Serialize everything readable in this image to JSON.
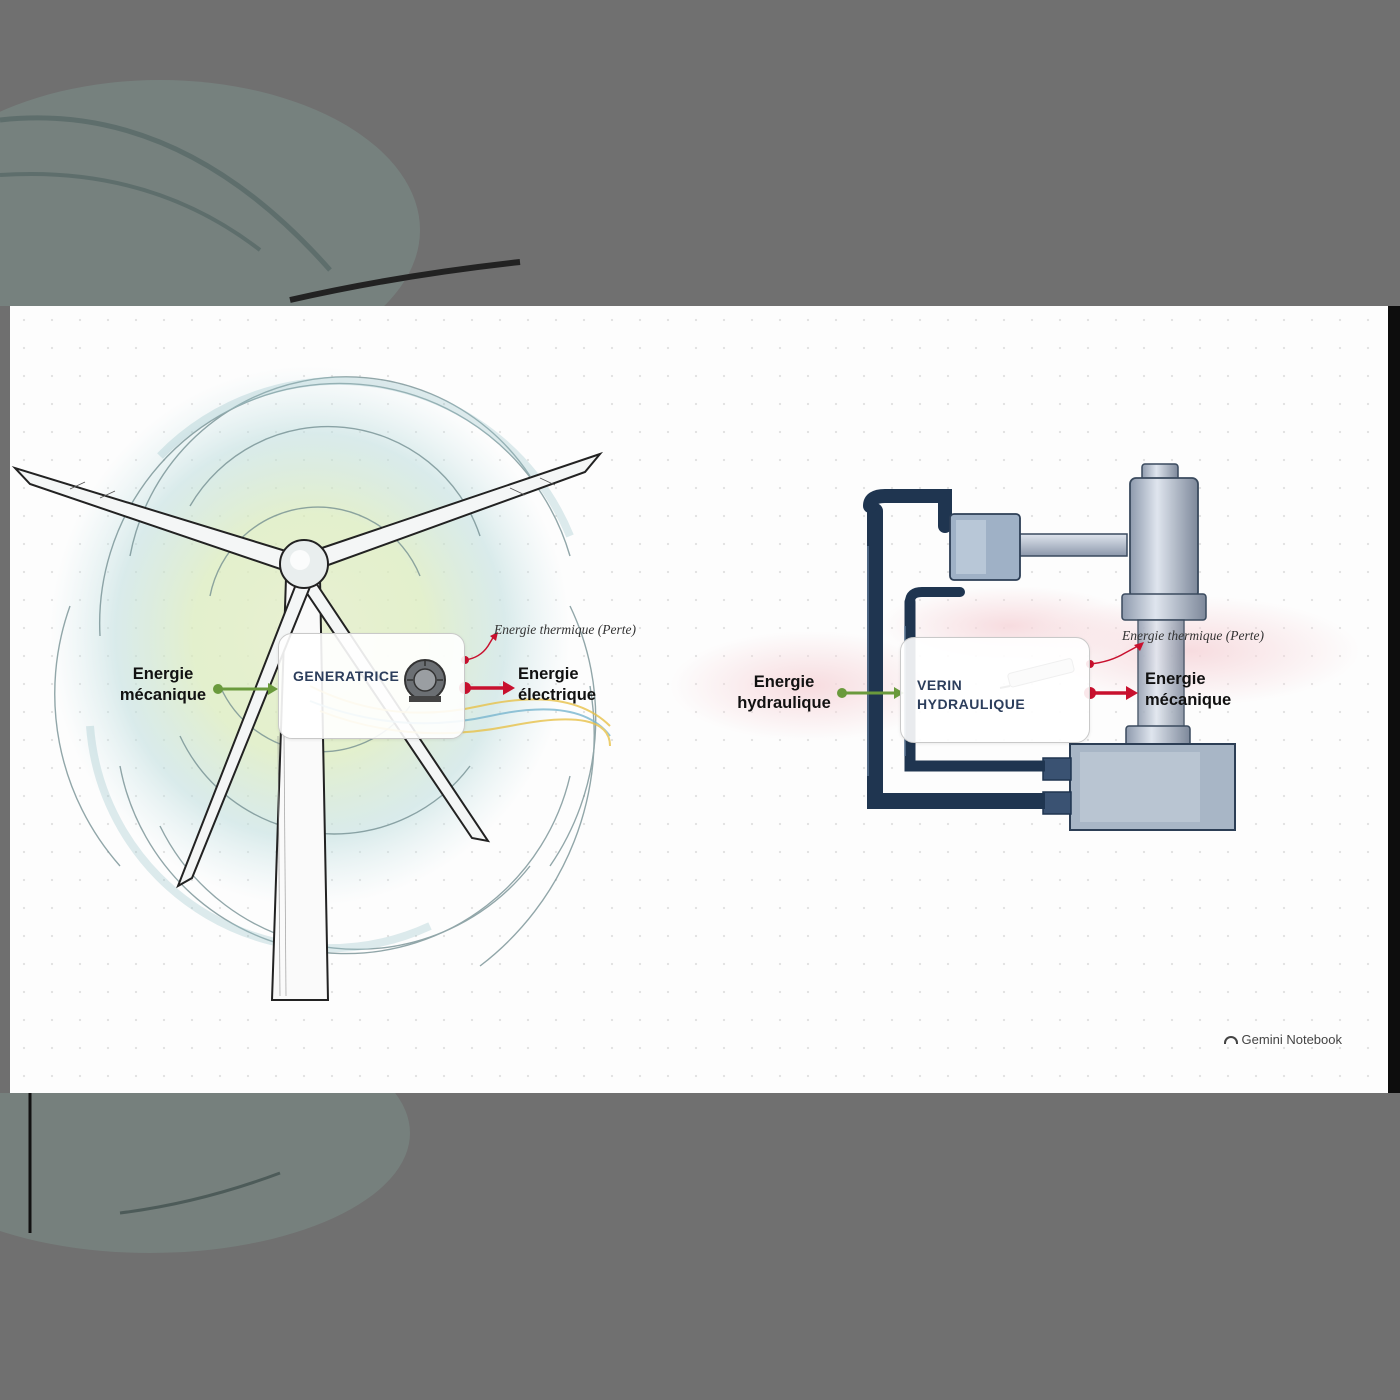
{
  "windmill": {
    "input_label_line1": "Energie",
    "input_label_line2": "mécanique",
    "converter_label": "GENERATRICE",
    "loss_label": "Energie thermique (Perte)",
    "output_label_line1": "Energie",
    "output_label_line2": "électrique"
  },
  "hydraulic": {
    "input_label_line1": "Energie",
    "input_label_line2": "hydraulique",
    "converter_label_line1": "VERIN",
    "converter_label_line2": "HYDRAULIQUE",
    "loss_label": "Energie thermique (Perte)",
    "output_label_line1": "Energie",
    "output_label_line2": "mécanique"
  },
  "footer": {
    "brand": "Gemini Notebook"
  },
  "colors": {
    "input_arrow": "#6a9a3c",
    "output_arrow": "#c8102e",
    "pipe": "#1f3550",
    "title_text": "#2c3e5c"
  }
}
